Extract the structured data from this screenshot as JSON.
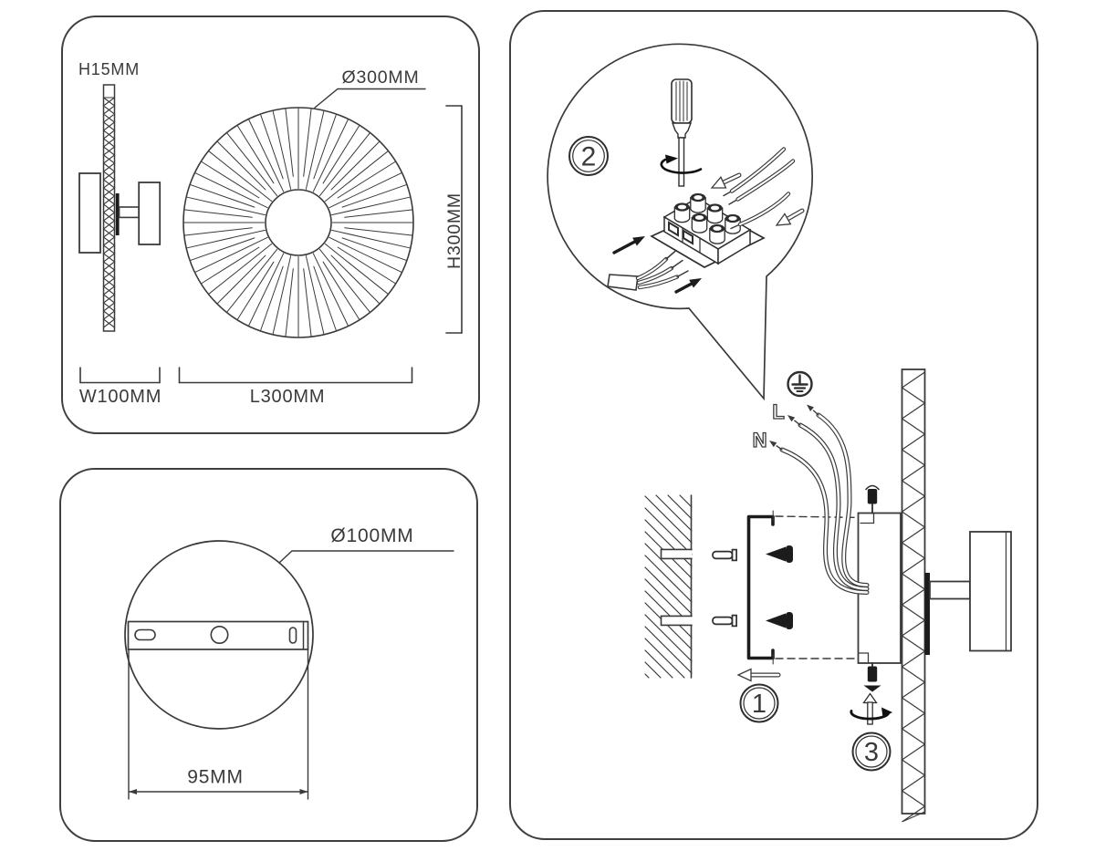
{
  "labels": {
    "front_view": {
      "h15": "H15MM",
      "d300": "Ø300MM",
      "h300": "H300MM",
      "w100": "W100MM",
      "l300": "L300MM"
    },
    "plate_view": {
      "d100": "Ø100MM",
      "w95": "95MM"
    },
    "install": {
      "step1": "1",
      "step2": "2",
      "step3": "3",
      "line": "L",
      "neutral": "N"
    }
  },
  "icons": {
    "ground": "earth-ground-icon",
    "screwdriver": "screwdriver-icon",
    "rotate": "rotation-arrow-icon"
  },
  "colors": {
    "line": "#3a3a3a",
    "dark_fill": "#1c1c1c",
    "background": "#ffffff"
  }
}
